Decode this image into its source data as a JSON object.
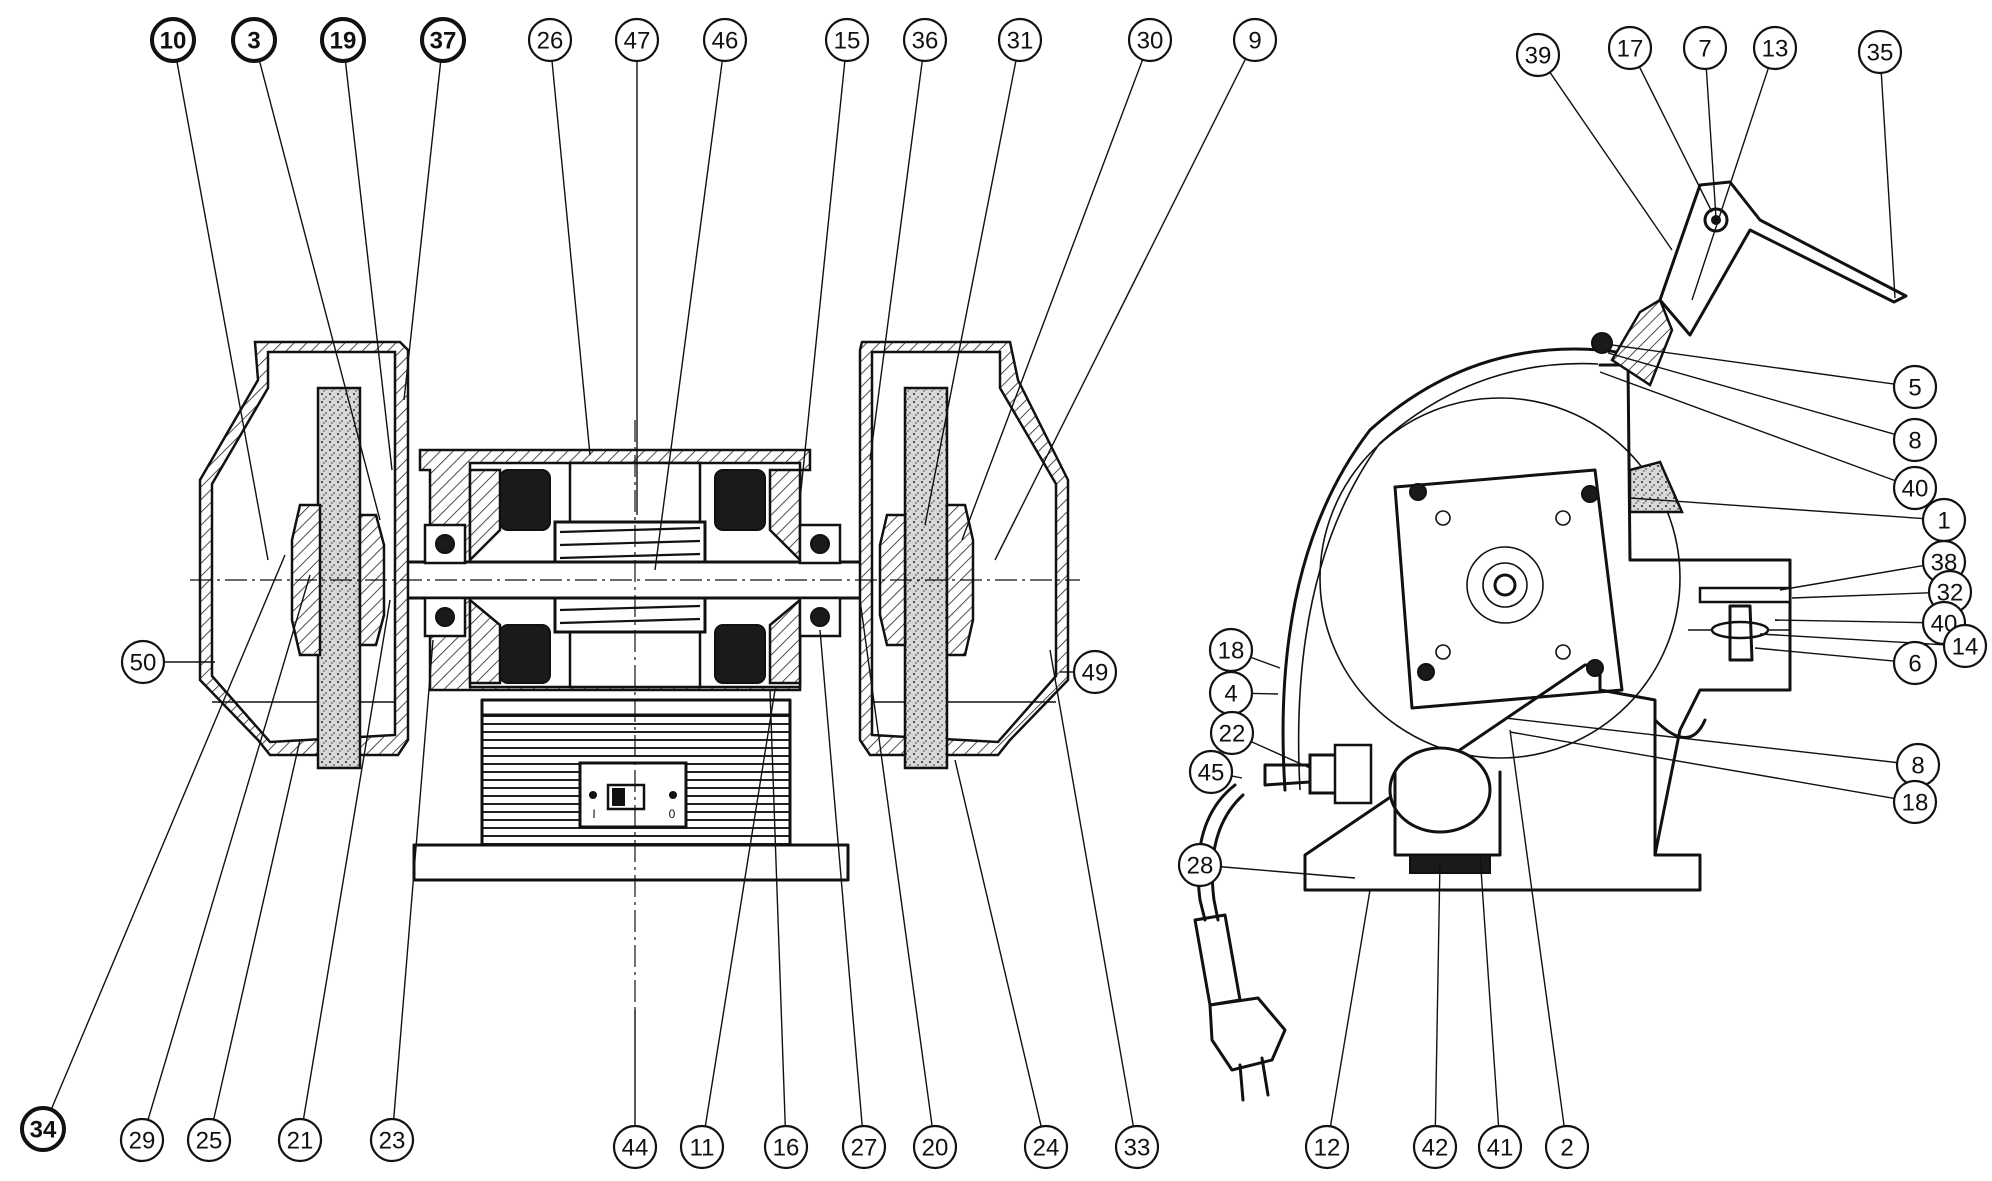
{
  "diagram": {
    "callouts": [
      {
        "label": "10",
        "bold": true
      },
      {
        "label": "3",
        "bold": true
      },
      {
        "label": "19",
        "bold": true
      },
      {
        "label": "37",
        "bold": true
      },
      {
        "label": "26"
      },
      {
        "label": "47"
      },
      {
        "label": "46"
      },
      {
        "label": "15"
      },
      {
        "label": "36"
      },
      {
        "label": "31"
      },
      {
        "label": "30"
      },
      {
        "label": "9"
      },
      {
        "label": "39"
      },
      {
        "label": "17"
      },
      {
        "label": "7"
      },
      {
        "label": "13"
      },
      {
        "label": "35"
      },
      {
        "label": "5"
      },
      {
        "label": "8"
      },
      {
        "label": "40"
      },
      {
        "label": "1"
      },
      {
        "label": "38"
      },
      {
        "label": "32"
      },
      {
        "label": "40"
      },
      {
        "label": "14"
      },
      {
        "label": "6"
      },
      {
        "label": "18"
      },
      {
        "label": "8"
      },
      {
        "label": "50"
      },
      {
        "label": "49"
      },
      {
        "label": "18"
      },
      {
        "label": "4"
      },
      {
        "label": "22"
      },
      {
        "label": "45"
      },
      {
        "label": "28"
      },
      {
        "label": "34",
        "bold": true
      },
      {
        "label": "29"
      },
      {
        "label": "25"
      },
      {
        "label": "21"
      },
      {
        "label": "23"
      },
      {
        "label": "44"
      },
      {
        "label": "11"
      },
      {
        "label": "16"
      },
      {
        "label": "27"
      },
      {
        "label": "20"
      },
      {
        "label": "24"
      },
      {
        "label": "33"
      },
      {
        "label": "12"
      },
      {
        "label": "42"
      },
      {
        "label": "41"
      },
      {
        "label": "2"
      }
    ],
    "switch_marks": {
      "on": "I",
      "off": "0"
    }
  }
}
